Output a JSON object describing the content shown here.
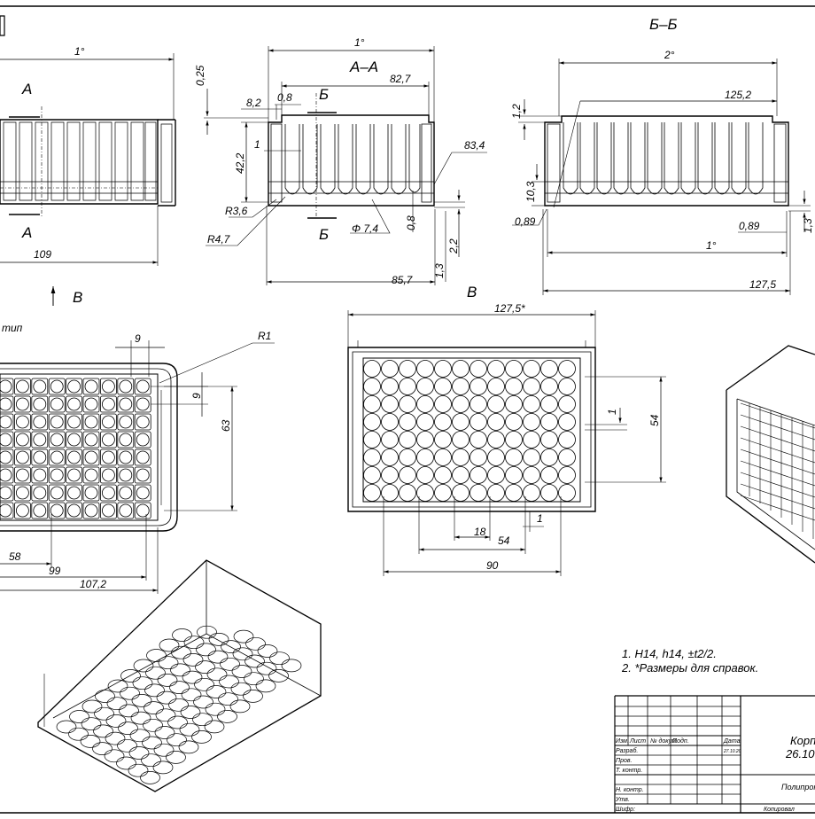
{
  "sections": {
    "aa": "А–А",
    "bb": "Б–Б",
    "view_b_1": "В",
    "view_b_2": "В",
    "a_top": "А",
    "a_bot": "А",
    "b_top": "Б",
    "b_bot": "Б",
    "tip": "тип"
  },
  "dims": {
    "left_1deg": "1°",
    "left_109": "109",
    "aa_1deg": "1°",
    "d025": "0,25",
    "d827": "82,7",
    "d82": "8,2",
    "d08a": "0,8",
    "d1a": "1",
    "d422": "42,2",
    "d834": "83,4",
    "r36": "R3,6",
    "r47": "R4,7",
    "phi74": "Φ 7,4",
    "d08b": "0,8",
    "d22": "2,2",
    "d13a": "1,3",
    "d857": "85,7",
    "bb_2deg": "2°",
    "d1252": "125,2",
    "d12": "1,2",
    "d103": "10,3",
    "d089a": "0,89",
    "d089b": "0,89",
    "d13b": "1,3",
    "bb_1deg": "1°",
    "d1275": "127,5",
    "d9a": "9",
    "r1": "R1",
    "d9b": "9",
    "d63": "63",
    "d58": "58",
    "d99": "99",
    "d1072": "107,2",
    "d1275s": "127,5*",
    "d1c": "1",
    "d54a": "54",
    "d18": "18",
    "d54b": "54",
    "d1d": "1",
    "d90": "90"
  },
  "notes": [
    "1. H14, h14,  ±t2/2.",
    "2. *Размеры для справок."
  ],
  "title_block": {
    "izm": "Изм.",
    "list": "Лист",
    "ndoc": "№ докум.",
    "podp": "Подп.",
    "data": "Дата",
    "razrab": "Разраб.",
    "date_val": "27.10.20",
    "prov": "Пров.",
    "tkontr": "Т. контр.",
    "nkontr": "Н. контр.",
    "utv": "Утв.",
    "shifr": "Шифр:",
    "kopir": "Копировал",
    "name1": "Корп",
    "name2": "26.10",
    "material": "Полипроп"
  }
}
